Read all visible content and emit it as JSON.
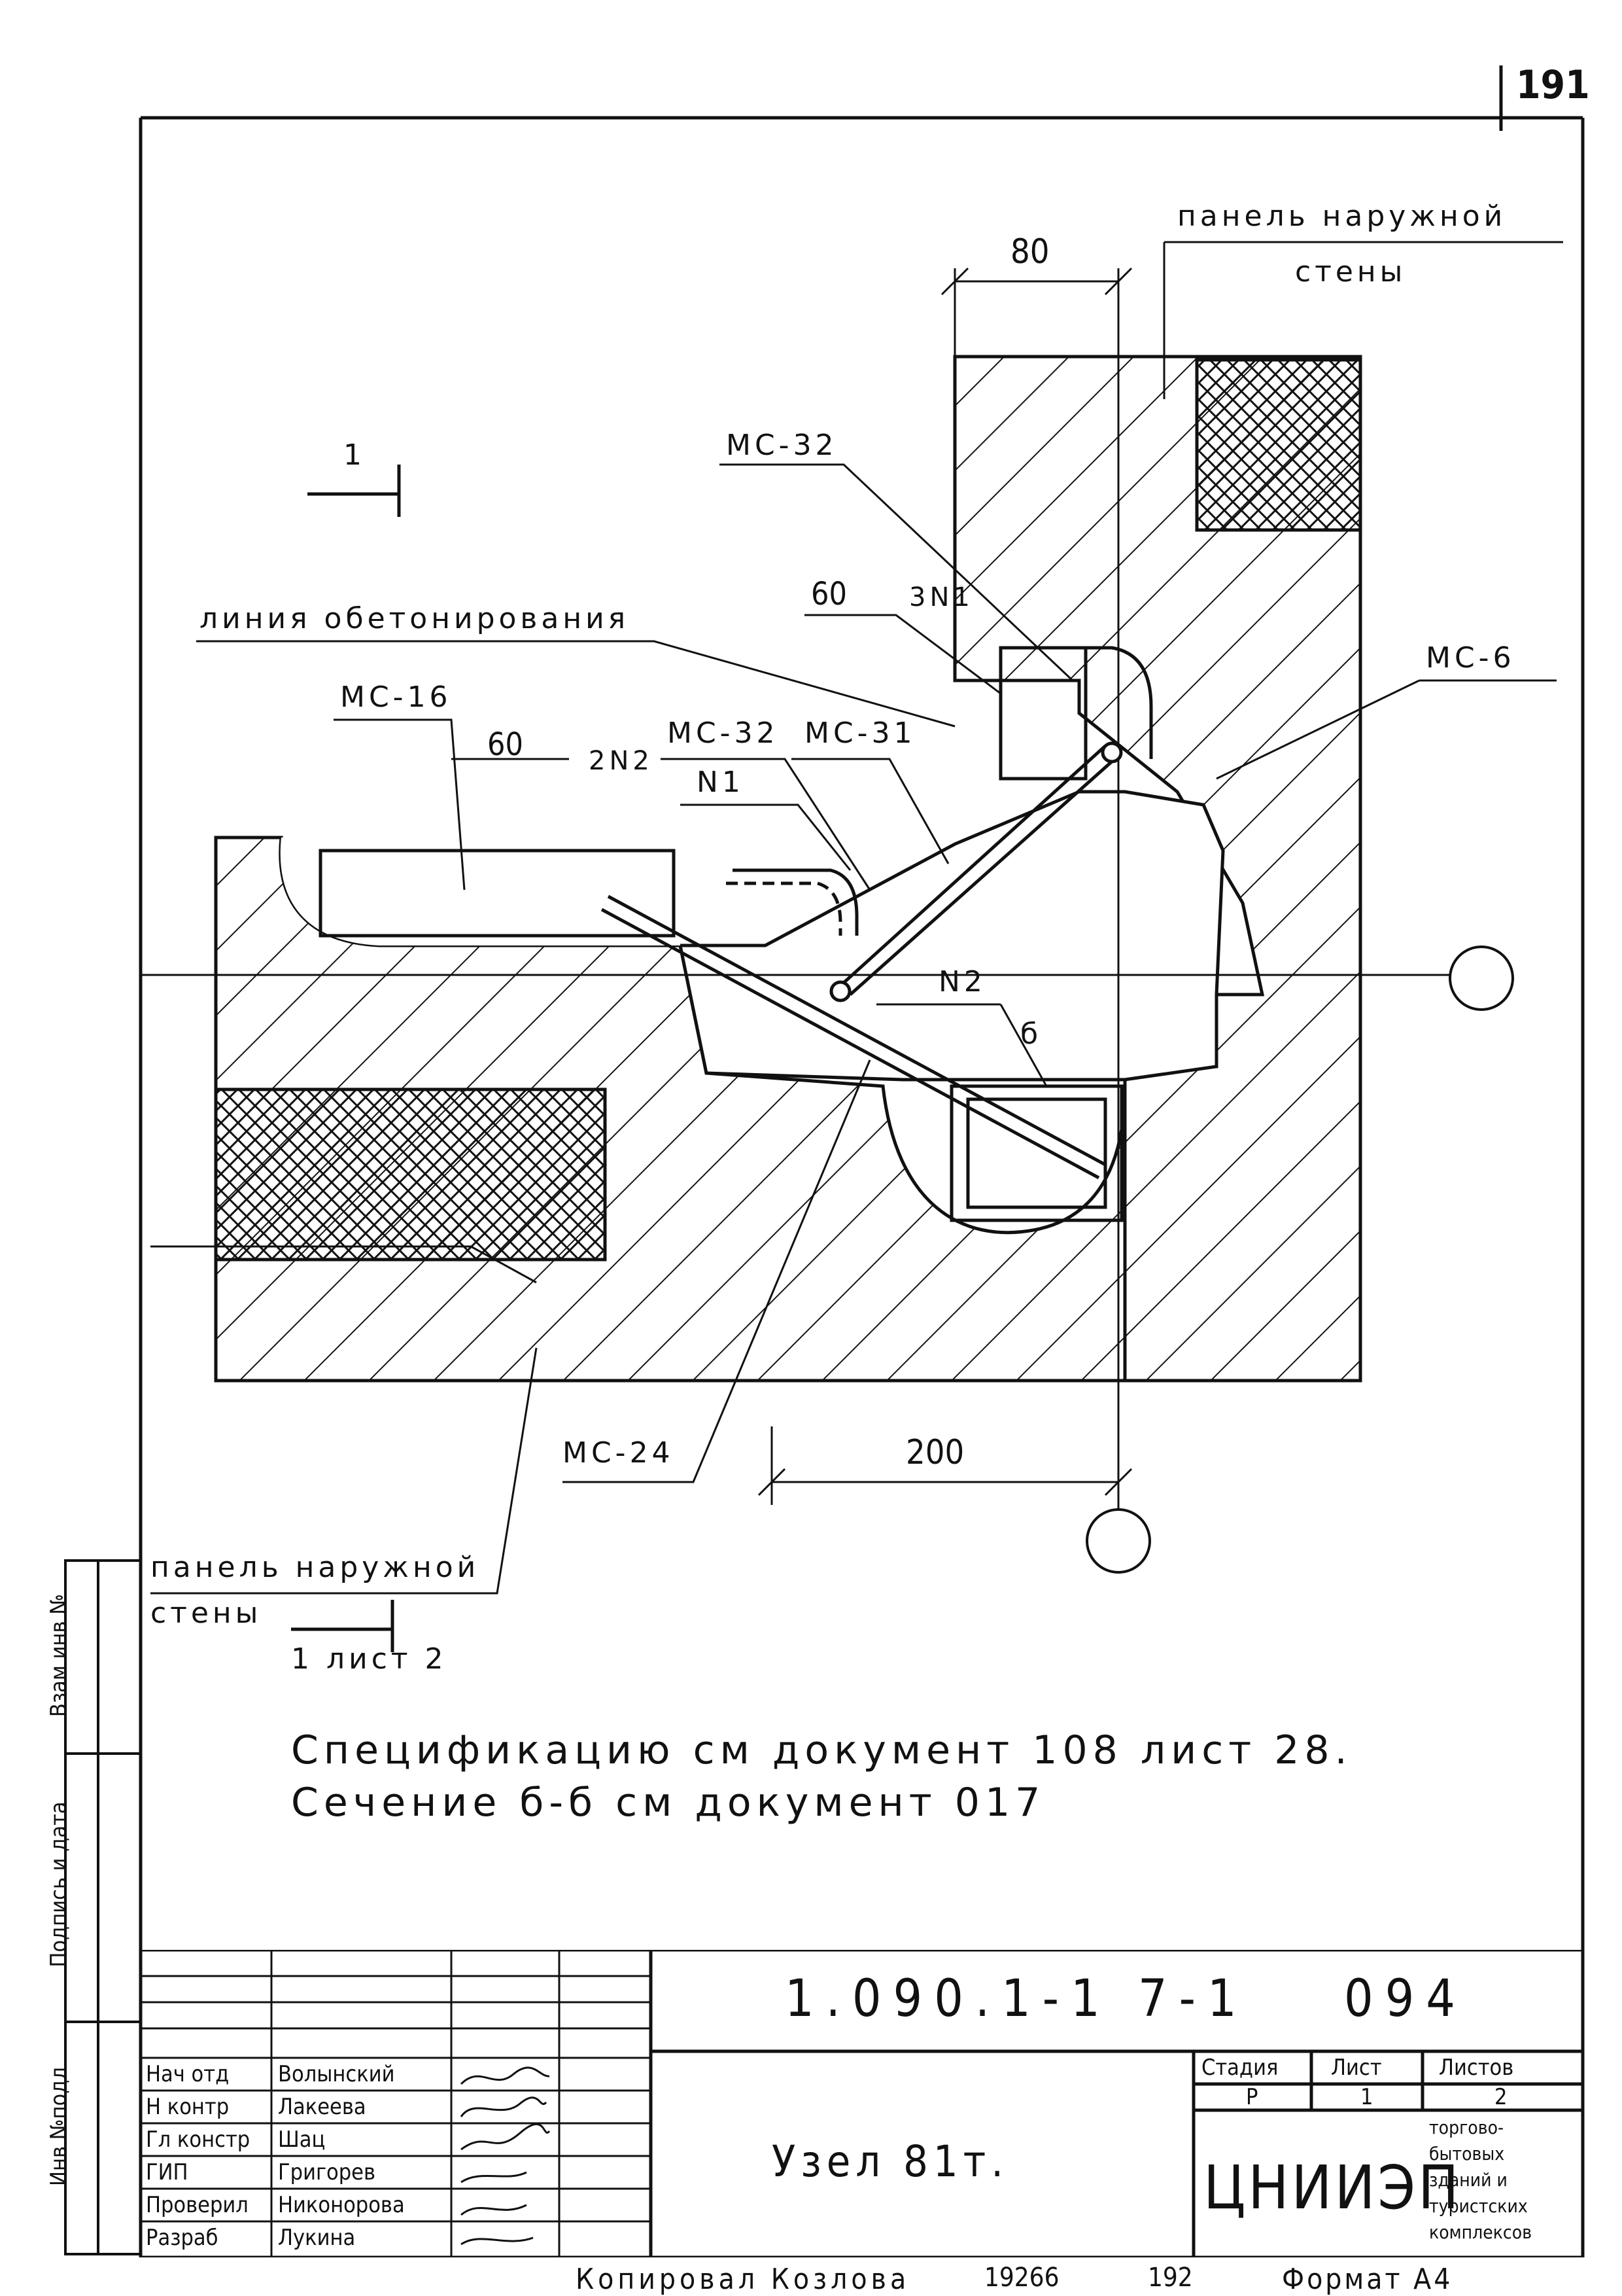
{
  "sheet_number": "191",
  "dimensions": {
    "top_80": "80",
    "bottom_200": "200",
    "upper_60": "60",
    "left_60": "60"
  },
  "labels": {
    "panel_top": [
      "панель наружной",
      "стены"
    ],
    "panel_bottom": [
      "панель наружной",
      "стены"
    ],
    "line_betoning": "линия обетонирования",
    "mc32_top": "МС-32",
    "mc32_mid": "МС-32",
    "mc31": "МС-31",
    "mc16": "МС-16",
    "mc6": "МС-6",
    "mc24": "МС-24",
    "n1": "N1",
    "n2": "N2",
    "weld_3n1": "3N1",
    "weld_2n2": "2N2",
    "weld_6": "б",
    "section_mark": "1",
    "section_ref": "1 лист 2"
  },
  "notes": [
    "Спецификацию см документ 108 лист 28.",
    "Сечение б-б см документ 017"
  ],
  "side_stamp": [
    "Инв №подл",
    "Подпись и дата",
    "Взам инв №"
  ],
  "title_block": {
    "document_code": "1.090.1-1 7-1",
    "document_number": "094",
    "title": "Узел 81т.",
    "stage_header": "Стадия",
    "sheet_header": "Лист",
    "sheets_header": "Листов",
    "stage_value": "Р",
    "sheet_value": "1",
    "sheets_value": "2",
    "org": "ЦНИИЭП",
    "org_desc": [
      "торгово-",
      "бытовых",
      "зданий и",
      "туристских",
      "комплексов"
    ],
    "roles": [
      {
        "role": "Нач отд",
        "name": "Волынский"
      },
      {
        "role": "Н контр",
        "name": "Лакеева"
      },
      {
        "role": "Гл констр",
        "name": "Шац"
      },
      {
        "role": "ГИП",
        "name": "Григорев"
      },
      {
        "role": "Проверил",
        "name": "Никонорова"
      },
      {
        "role": "Разраб",
        "name": "Лукина"
      }
    ]
  },
  "footer": {
    "copied": "Копировал Козлова",
    "order": "19266",
    "num": "192",
    "format": "Формат А4"
  }
}
